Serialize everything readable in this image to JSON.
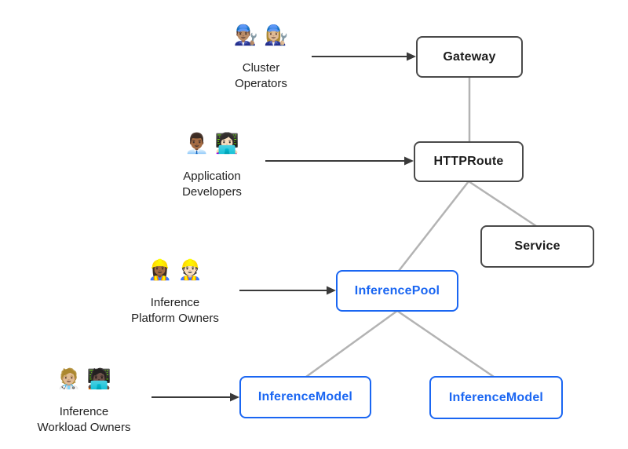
{
  "diagram": {
    "actors": [
      {
        "id": "cluster-operators",
        "emojis": "👨🏽‍🔧 👩🏼‍🔧",
        "label": "Cluster\nOperators"
      },
      {
        "id": "application-developers",
        "emojis": "👨🏾‍💼 👩🏻‍💻",
        "label": "Application\nDevelopers"
      },
      {
        "id": "inference-platform-owners",
        "emojis": "👷🏾‍♀️ 👷🏻",
        "label": "Inference\nPlatform Owners"
      },
      {
        "id": "inference-workload-owners",
        "emojis": "🧑🏼‍⚕️ 🧑🏿‍💻",
        "label": "Inference\nWorkload Owners"
      }
    ],
    "nodes": [
      {
        "id": "gateway",
        "label": "Gateway",
        "variant": "standard"
      },
      {
        "id": "httproute",
        "label": "HTTPRoute",
        "variant": "standard"
      },
      {
        "id": "service",
        "label": "Service",
        "variant": "standard"
      },
      {
        "id": "inferencepool",
        "label": "InferencePool",
        "variant": "extension"
      },
      {
        "id": "inferencemodel-1",
        "label": "InferenceModel",
        "variant": "extension"
      },
      {
        "id": "inferencemodel-2",
        "label": "InferenceModel",
        "variant": "extension"
      }
    ],
    "actor_edges": [
      {
        "from": "cluster-operators",
        "to": "gateway"
      },
      {
        "from": "application-developers",
        "to": "httproute"
      },
      {
        "from": "inference-platform-owners",
        "to": "inferencepool"
      },
      {
        "from": "inference-workload-owners",
        "to": "inferencemodel-1"
      }
    ],
    "edges": [
      {
        "from": "gateway",
        "to": "httproute"
      },
      {
        "from": "httproute",
        "to": "service"
      },
      {
        "from": "httproute",
        "to": "inferencepool"
      },
      {
        "from": "inferencepool",
        "to": "inferencemodel-1"
      },
      {
        "from": "inferencepool",
        "to": "inferencemodel-2"
      }
    ],
    "colors": {
      "standard_border": "#4a4a4a",
      "standard_text": "#1c1c1c",
      "extension_accent": "#1a66f2",
      "connector_line": "#b3b3b3",
      "actor_arrow": "#3a3a3a",
      "background": "#ffffff"
    }
  }
}
